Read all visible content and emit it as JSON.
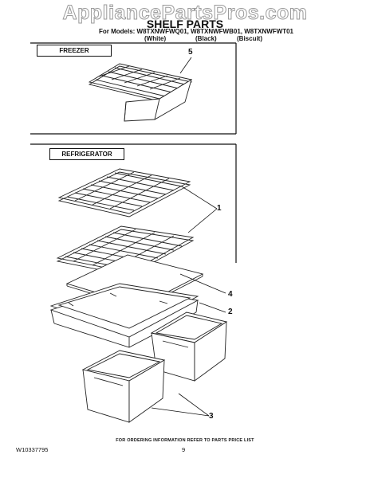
{
  "watermark": "AppliancePartsPros.com",
  "title": "SHELF PARTS",
  "models_line": "For Models: W8TXNWFWQ01, W8TXNWFWB01, W8TXNWFWT01",
  "color_labels": [
    "(White)",
    "(Black)",
    "(Biscuit)"
  ],
  "sections": {
    "freezer": "FREEZER",
    "refrigerator": "REFRIGERATOR"
  },
  "callouts": [
    "5",
    "1",
    "4",
    "2",
    "3"
  ],
  "footer_text": "FOR ORDERING INFORMATION REFER TO PARTS PRICE LIST",
  "doc_number": "W10337795",
  "page_number": "9"
}
